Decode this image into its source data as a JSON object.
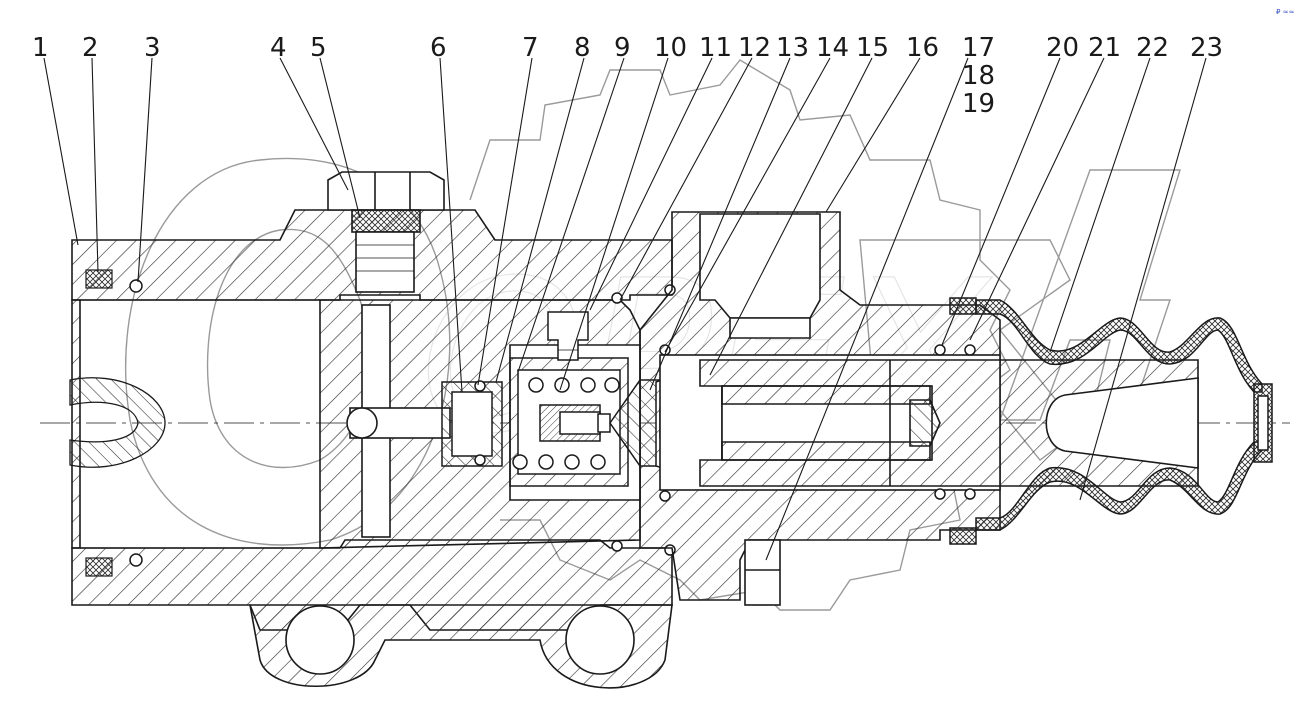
{
  "diagram": {
    "part_labels": [
      "1",
      "2",
      "3",
      "4",
      "5",
      "6",
      "7",
      "8",
      "9",
      "10",
      "11",
      "12",
      "13",
      "14",
      "15",
      "16",
      "17",
      "18",
      "19",
      "20",
      "21",
      "22",
      "23"
    ],
    "corner_mark": "₽ ≈≈",
    "watermark_text": "ОРЕХ",
    "colors": {
      "line": "#1a1a1a",
      "hatch": "#2a2a2a",
      "watermark": "#9a9a9a",
      "corner_mark": "#3b52c4",
      "background": "#ffffff"
    }
  }
}
